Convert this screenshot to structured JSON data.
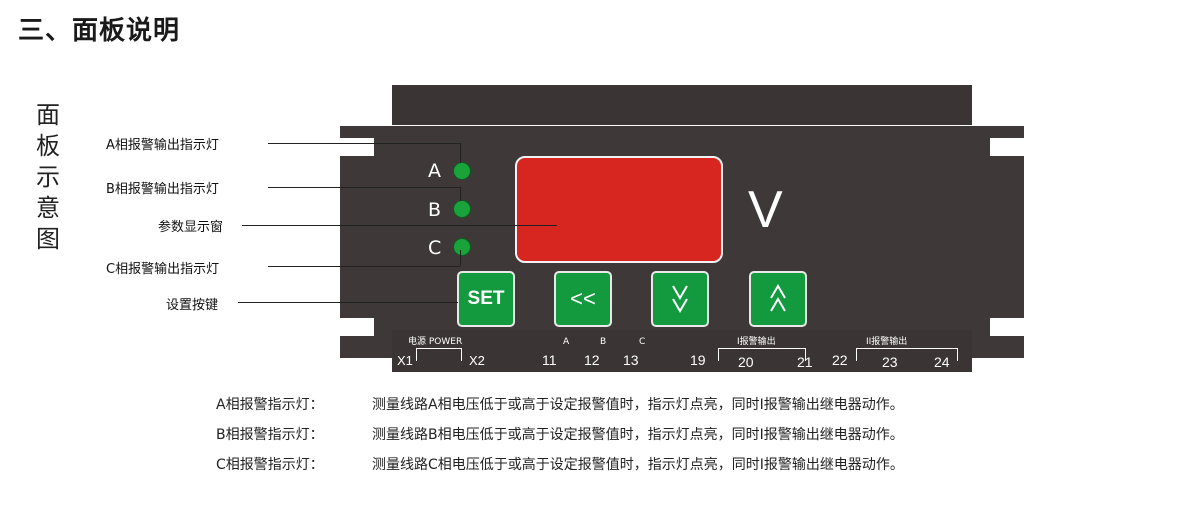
{
  "page": {
    "title": "三、面板说明",
    "side_label": [
      "面",
      "板",
      "示",
      "意",
      "图"
    ]
  },
  "callouts": [
    "A相报警输出指示灯",
    "B相报警输出指示灯",
    "参数显示窗",
    "C相报警输出指示灯",
    "设置按键"
  ],
  "panel": {
    "leds": [
      "A",
      "B",
      "C"
    ],
    "unit": "V",
    "keys": {
      "set": "SET",
      "shift": "<<"
    },
    "led_color": "#19a33a",
    "display_color": "#d7251f",
    "body_color": "#3e3839",
    "key_color": "#139a3f"
  },
  "terminals": {
    "power_label": "电源 POWER",
    "x1": "X1",
    "x2": "X2",
    "phase": [
      "A",
      "B",
      "C"
    ],
    "numbers": [
      "11",
      "12",
      "13",
      "19",
      "20",
      "21",
      "22",
      "23",
      "24"
    ],
    "alarm1_label": "I报警输出",
    "alarm2_label": "II报警输出"
  },
  "descriptions": [
    {
      "label": "A相报警指示灯：",
      "text": "测量线路A相电压低于或高于设定报警值时，指示灯点亮，同时I报警输出继电器动作。"
    },
    {
      "label": "B相报警指示灯：",
      "text": "测量线路B相电压低于或高于设定报警值时，指示灯点亮，同时I报警输出继电器动作。"
    },
    {
      "label": "C相报警指示灯：",
      "text": "测量线路C相电压低于或高于设定报警值时，指示灯点亮，同时I报警输出继电器动作。"
    }
  ]
}
